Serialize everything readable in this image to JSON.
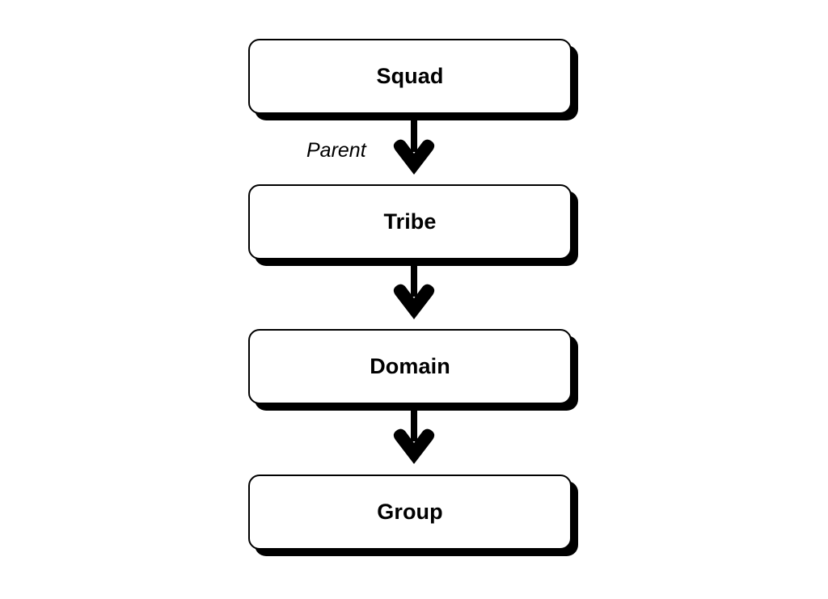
{
  "diagram": {
    "type": "flowchart",
    "direction": "top-to-bottom",
    "background_color": "#ffffff",
    "stroke_color": "#000000",
    "fill_color": "#ffffff",
    "nodes": [
      {
        "id": "squad",
        "label": "Squad"
      },
      {
        "id": "tribe",
        "label": "Tribe"
      },
      {
        "id": "domain",
        "label": "Domain"
      },
      {
        "id": "group",
        "label": "Group"
      }
    ],
    "edges": [
      {
        "from": "squad",
        "to": "tribe",
        "label": "Parent",
        "arrow": "down-arrow-icon"
      },
      {
        "from": "tribe",
        "to": "domain",
        "label": "",
        "arrow": "down-arrow-icon"
      },
      {
        "from": "domain",
        "to": "group",
        "label": "",
        "arrow": "down-arrow-icon"
      }
    ]
  }
}
